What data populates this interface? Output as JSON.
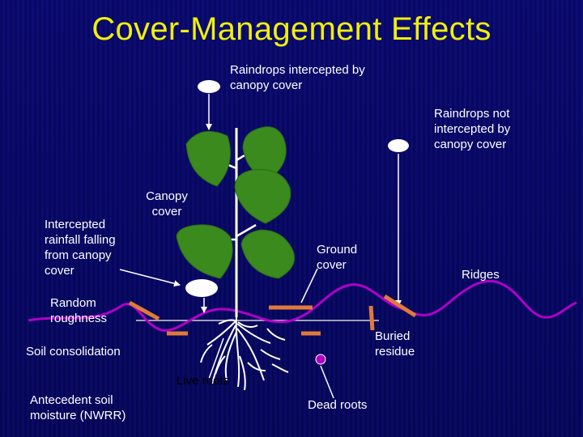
{
  "title": "Cover-Management Effects",
  "labels": {
    "raindrops_intercepted": "Raindrops intercepted by canopy cover",
    "raindrops_not_intercepted": "Raindrops not intercepted by canopy cover",
    "canopy_cover": "Canopy cover",
    "intercepted_rainfall": "Intercepted rainfall falling from canopy cover",
    "ground_cover": "Ground cover",
    "ridges": "Ridges",
    "random_roughness": "Random roughness",
    "buried_residue": "Buried residue",
    "soil_consolidation": "Soil consolidation",
    "live_roots": "Live roots",
    "antecedent_soil_moisture": "Antecedent soil moisture (NWRR)",
    "dead_roots": "Dead roots"
  },
  "colors": {
    "background": "#0a0a6e",
    "title": "#f0f00a",
    "leaf": "#3a8a1e",
    "soil_line": "#b000c8",
    "residue": "#e07a3a",
    "dead_root": "#b000c8"
  }
}
